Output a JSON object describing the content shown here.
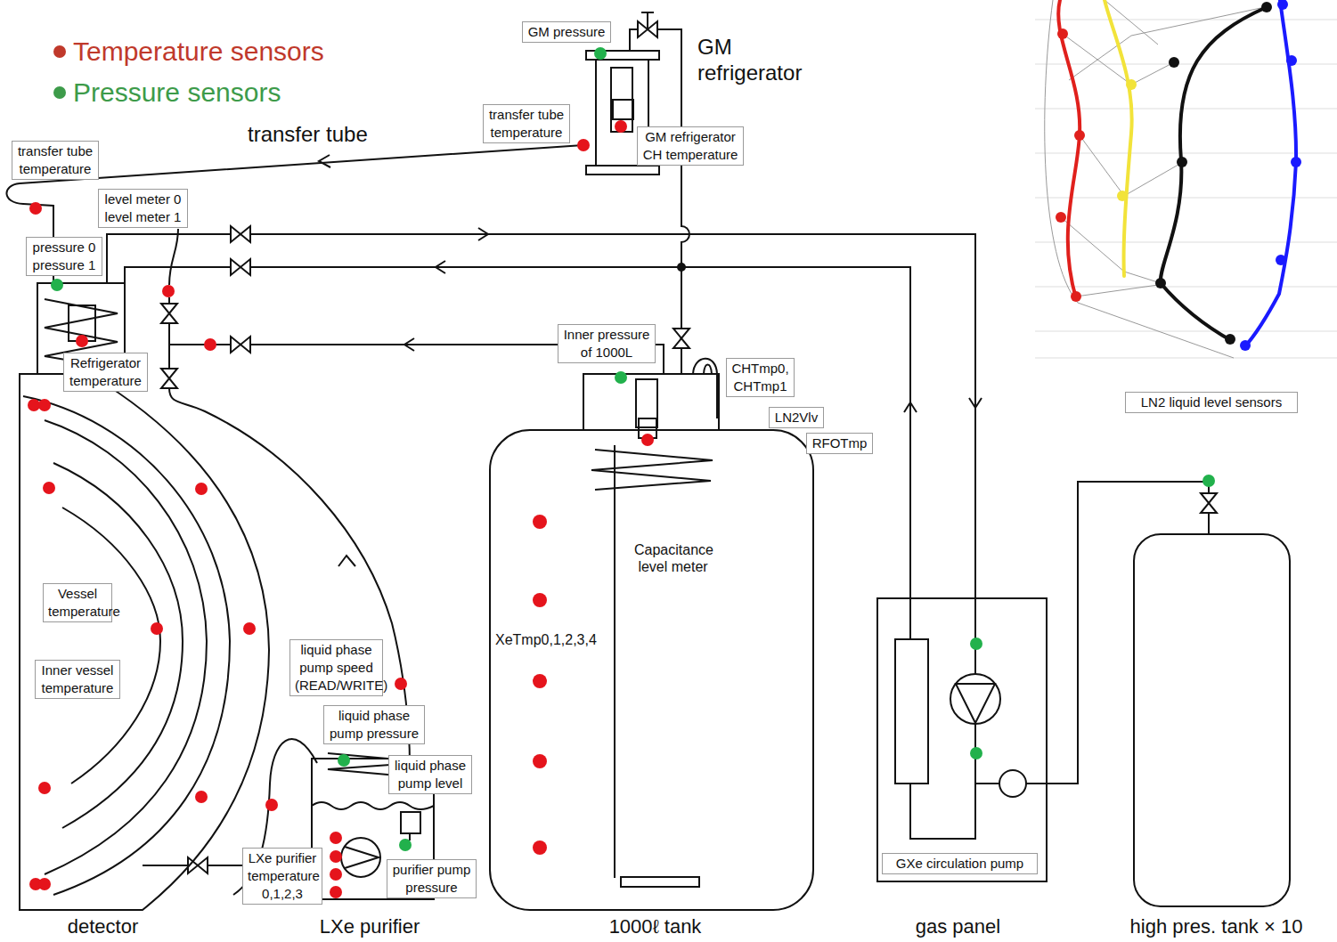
{
  "diagram": {
    "nodes": [
      {
        "text": [
          "GM pressure"
        ]
      },
      {
        "text": [
          "transfer tube temperature"
        ]
      },
      {
        "text": [
          "GM refrigerator CH temperature"
        ]
      },
      {
        "text": [
          "transfer tube temperature"
        ]
      },
      {
        "text": [
          "level meter 0 level meter 1"
        ]
      },
      {
        "text": [
          "pressure 0 pressure 1"
        ]
      },
      {
        "text": [
          "Refrigerator temperature"
        ]
      },
      {
        "text": [
          "Inner pressure of 1000L"
        ]
      },
      {
        "text": [
          "CHTmp0, CHTmp1"
        ]
      },
      {
        "text": [
          "LN2Vlv"
        ]
      },
      {
        "text": [
          "RFOTmp"
        ]
      },
      {
        "text": [
          "Vessel temperature"
        ]
      },
      {
        "text": [
          "Inner vessel temperature"
        ]
      },
      {
        "text": [
          "liquid phase pump speed (READ/WRITE)"
        ]
      },
      {
        "text": [
          "liquid phase pump pressure"
        ]
      },
      {
        "text": [
          "liquid phase pump level"
        ]
      },
      {
        "text": [
          "LXe purifier temperature 0,1,2,3"
        ]
      },
      {
        "text": [
          "purifier pump pressure"
        ]
      },
      {
        "text": [
          "GXe circulation pump"
        ]
      },
      {
        "text": [
          "LN2 liquid level sensors"
        ]
      }
    ],
    "labels": [
      "GM refrigerator",
      "transfer tube",
      "Capacitance level meter",
      "XeTmp0,1,2,3,4",
      "detector",
      "LXe purifier",
      "1000ℓ tank",
      "gas panel",
      "high pres. tank × 10"
    ],
    "legend": [
      {
        "text": "Temperature sensors",
        "color": "#c0392b"
      },
      {
        "text": "Pressure sensors",
        "color": "#3d9b4a"
      }
    ]
  }
}
